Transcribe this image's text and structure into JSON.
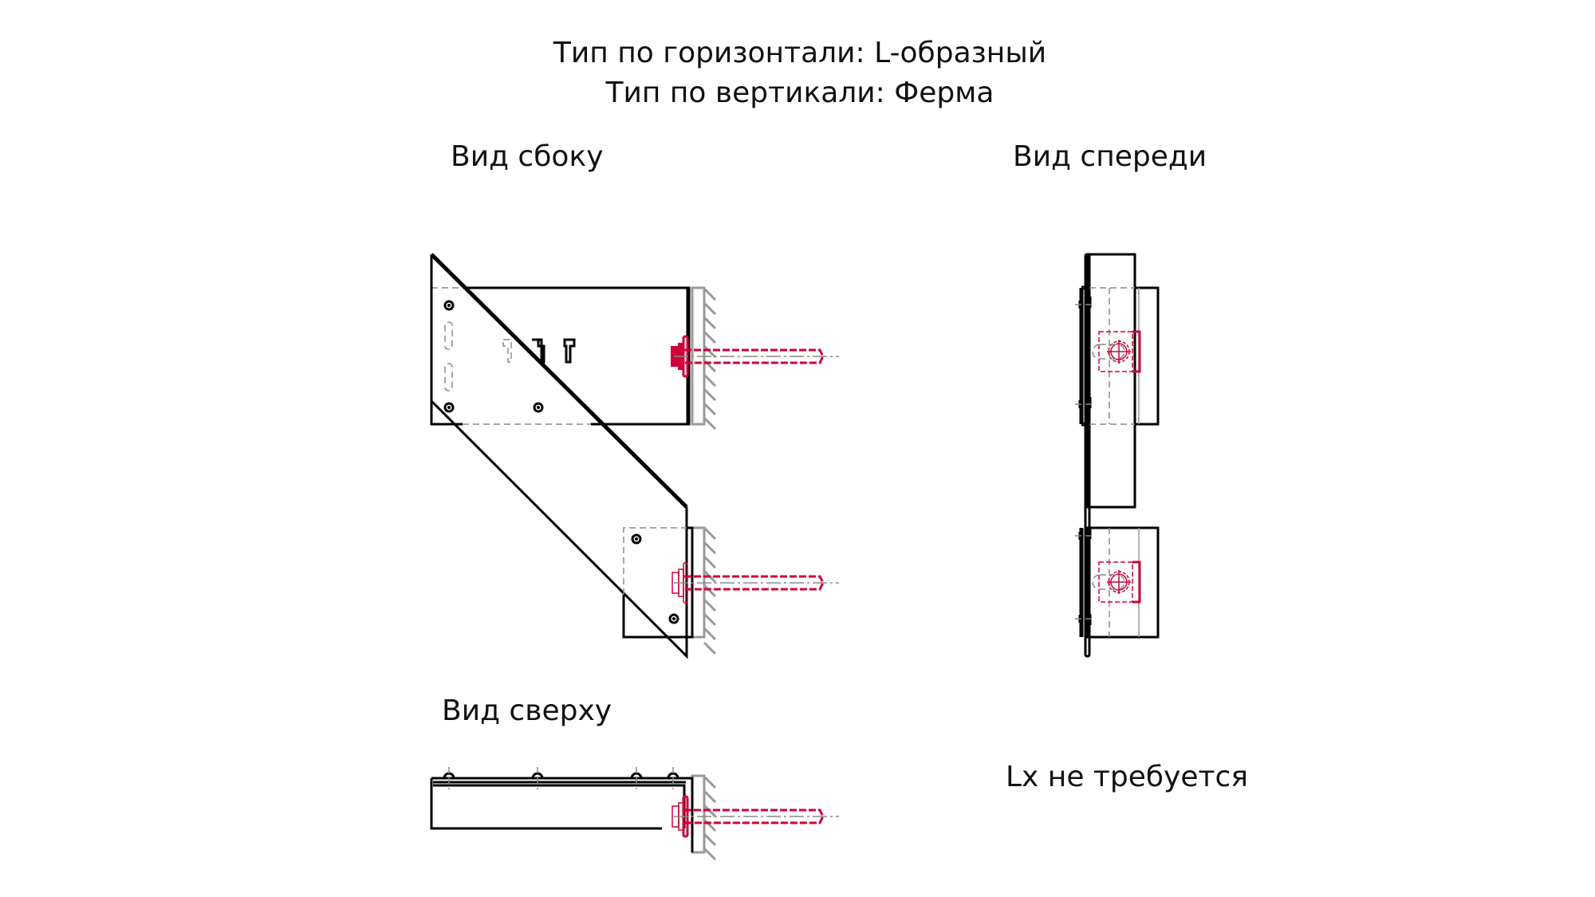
{
  "header": {
    "horizontal_type": "Тип по горизонтали: L-образный",
    "vertical_type": "Тип по вертикали: Ферма"
  },
  "views": {
    "side": "Вид сбоку",
    "front": "Вид спереди",
    "top": "Вид сверху"
  },
  "note": "Lx не требуется",
  "colors": {
    "outline": "#000000",
    "wall": "#999999",
    "anchor": "#d0003a",
    "hidden": "#888888"
  }
}
